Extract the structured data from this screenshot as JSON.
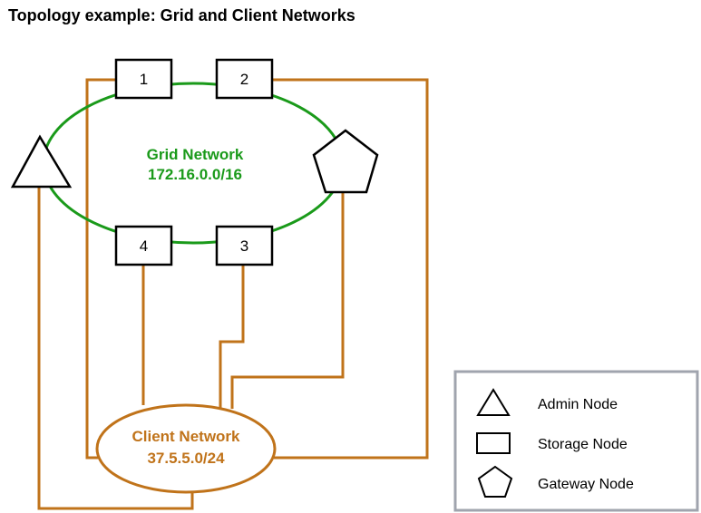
{
  "title": "Topology example: Grid and Client Networks",
  "colors": {
    "grid_network": "#1a9a1a",
    "client_network": "#c0731a",
    "node_stroke": "#000000",
    "legend_border": "#a0a4ae"
  },
  "grid_network": {
    "name": "Grid Network",
    "subnet": "172.16.0.0/16"
  },
  "client_network": {
    "name": "Client Network",
    "subnet": "37.5.5.0/24"
  },
  "nodes": {
    "storage_1": {
      "label": "1",
      "type": "storage"
    },
    "storage_2": {
      "label": "2",
      "type": "storage"
    },
    "storage_3": {
      "label": "3",
      "type": "storage"
    },
    "storage_4": {
      "label": "4",
      "type": "storage"
    },
    "admin": {
      "type": "admin",
      "icon": "triangle-icon"
    },
    "gateway": {
      "type": "gateway",
      "icon": "pentagon-icon"
    }
  },
  "legend": {
    "items": [
      {
        "label": "Admin Node",
        "icon": "triangle-icon"
      },
      {
        "label": "Storage Node",
        "icon": "square-icon"
      },
      {
        "label": "Gateway Node",
        "icon": "pentagon-icon"
      }
    ]
  }
}
